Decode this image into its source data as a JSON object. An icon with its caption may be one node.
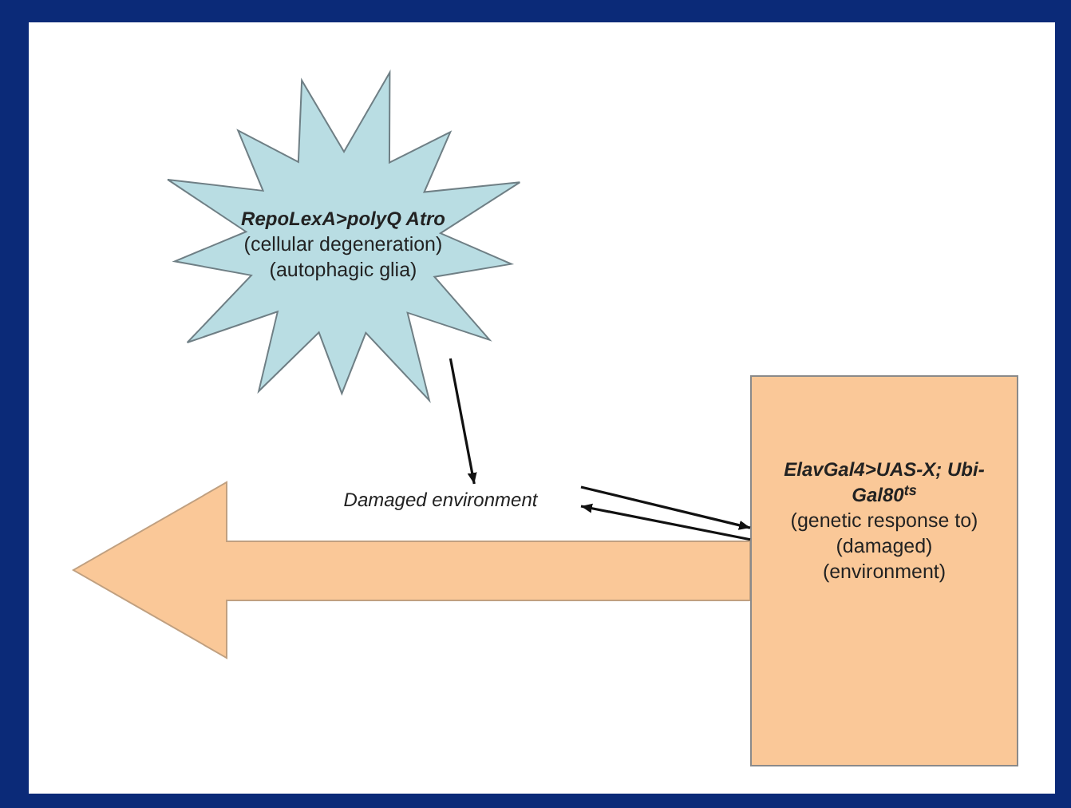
{
  "diagram": {
    "nodes": [
      {
        "text": [
          "RepoLexA>polyQ Atro",
          "(cellular degeneration)",
          "(autophagic glia)"
        ]
      },
      {
        "text": [
          "Damaged environment"
        ]
      },
      {
        "text": [
          "ElavGal4>UAS-X; Ubi-Gal80$^{ts}$",
          "(genetic response to)",
          "(damaged)",
          "(environment)"
        ]
      }
    ],
    "edges": [
      {
        "from": 0,
        "to": 1,
        "arrow": "to"
      },
      {
        "from": 1,
        "to": 2,
        "arrow": "to"
      },
      {
        "from": 2,
        "to": 1,
        "arrow": "to"
      }
    ]
  }
}
